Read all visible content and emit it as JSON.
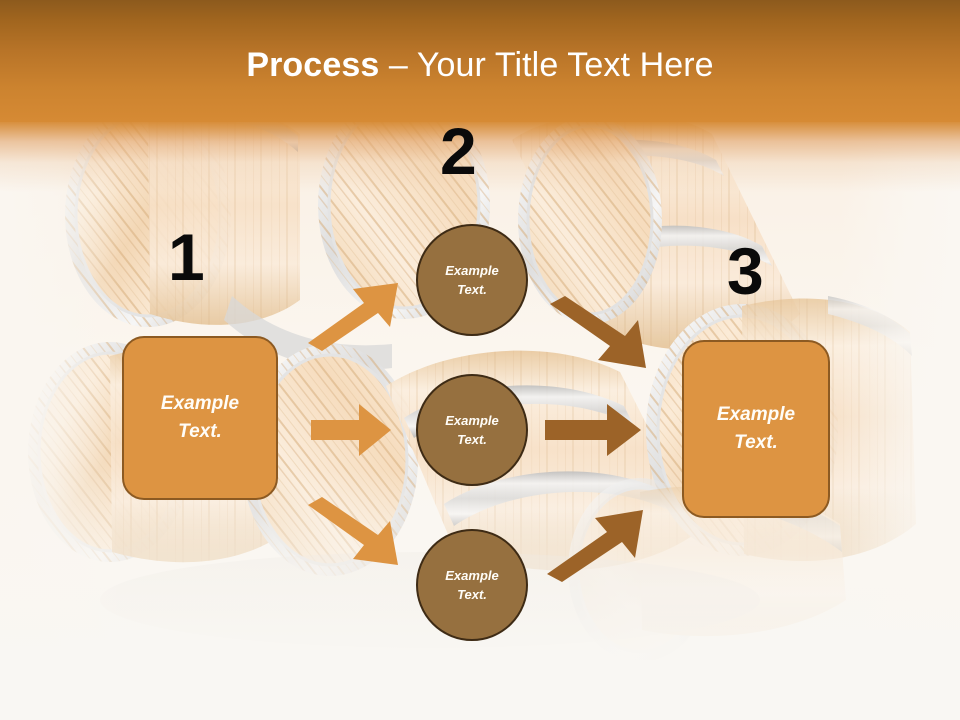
{
  "slide": {
    "title_strong": "Process",
    "title_rest": " – Your Title Text Here",
    "background_theme": "wooden-barrels",
    "colors": {
      "band_top": "#8C5A1D",
      "band_bottom": "#D68A34",
      "box_fill": "#DD9442",
      "box_border": "#8C5A22",
      "circle_fill": "#96703F",
      "circle_border": "#3E2B15",
      "arrow_orange": "#DD9442",
      "arrow_brown": "#9C6328",
      "number_color": "#0A0A0A",
      "text_color": "#FFFDF8",
      "page_background": "#FAF7F2"
    }
  },
  "steps": [
    {
      "number": "1",
      "name": "step-one"
    },
    {
      "number": "2",
      "name": "step-two"
    },
    {
      "number": "3",
      "name": "step-three"
    }
  ],
  "nodes": {
    "left_box": {
      "line1": "Example",
      "line2": "Text."
    },
    "circle_top": {
      "line1": "Example",
      "line2": "Text."
    },
    "circle_middle": {
      "line1": "Example",
      "line2": "Text."
    },
    "circle_bottom": {
      "line1": "Example",
      "line2": "Text."
    },
    "right_box": {
      "line1": "Example",
      "line2": "Text."
    }
  },
  "arrows": [
    {
      "name": "arrow-left-to-top-circle",
      "direction": "up-right",
      "color": "#DD9442"
    },
    {
      "name": "arrow-left-to-middle-circle",
      "direction": "right",
      "color": "#DD9442"
    },
    {
      "name": "arrow-left-to-bottom-circle",
      "direction": "down-right",
      "color": "#DD9442"
    },
    {
      "name": "arrow-top-circle-to-right",
      "direction": "down-right",
      "color": "#9C6328"
    },
    {
      "name": "arrow-middle-circle-to-right",
      "direction": "right",
      "color": "#9C6328"
    },
    {
      "name": "arrow-bottom-circle-to-right",
      "direction": "up-right",
      "color": "#9C6328"
    }
  ]
}
